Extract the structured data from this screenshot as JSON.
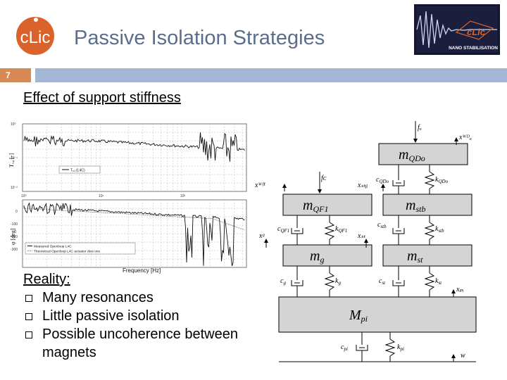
{
  "header": {
    "title": "Passive Isolation Strategies",
    "slide_number": "7",
    "logo_left_text": "CLIC",
    "logo_right_text": "NANO STABILISATION"
  },
  "content": {
    "subtitle": "Effect of support stiffness",
    "bullets_heading": "Reality:",
    "bullets": [
      "Many resonances",
      "Little passive isolation",
      "Possible uncoherence between"
    ],
    "bullet_continuation": "magnets"
  },
  "figure_plot": {
    "top_ylabel": "Tₓ₄ [-]",
    "bottom_ylabel": "φ [deg]",
    "xlabel": "Frequency [Hz]",
    "legend_top": "Tₓ₄ (L4C)",
    "legend_bottom_1": "Measured Openloop L4C",
    "legend_bottom_2": "Theoretical Openloop L4C actuator dew one"
  },
  "figure_schematic": {
    "labels": {
      "fo": "fₒ",
      "fc": "fᴄ",
      "xqdo": "xᵂᴰₒ",
      "xqf1": "xᵂᶠ¹",
      "xstb": "xₛₜᵦ",
      "xg": "xᵍ",
      "xst": "xₛₜ",
      "xpi": "xₚᵢ",
      "w": "w",
      "m_qdo": "m",
      "m_qdo_sub": "QDo",
      "m_qf1": "m",
      "m_qf1_sub": "QF1",
      "m_stb": "m",
      "m_stb_sub": "stb",
      "m_g": "m",
      "m_g_sub": "g",
      "m_st": "m",
      "m_st_sub": "st",
      "M_pi": "M",
      "M_pi_sub": "pi",
      "c_qdo": "c",
      "c_qdo_sub": "QDo",
      "k_qdo": "k",
      "k_qdo_sub": "QDo",
      "c_qf1": "c",
      "c_qf1_sub": "QF1",
      "k_qf1": "k",
      "k_qf1_sub": "QF1",
      "c_stb": "c",
      "c_stb_sub": "stb",
      "k_stb": "k",
      "k_stb_sub": "stb",
      "c_g": "c",
      "c_g_sub": "g",
      "k_g": "k",
      "k_g_sub": "g",
      "c_st": "c",
      "c_st_sub": "st",
      "k_st": "k",
      "k_st_sub": "st",
      "c_pi": "c",
      "c_pi_sub": "pi",
      "k_pi": "k",
      "k_pi_sub": "pi"
    }
  },
  "colors": {
    "title": "#5a6e8c",
    "accent_bar": "#a3b6d6",
    "slide_num_bg": "#d88a56",
    "clic_orange": "#d9632a"
  }
}
